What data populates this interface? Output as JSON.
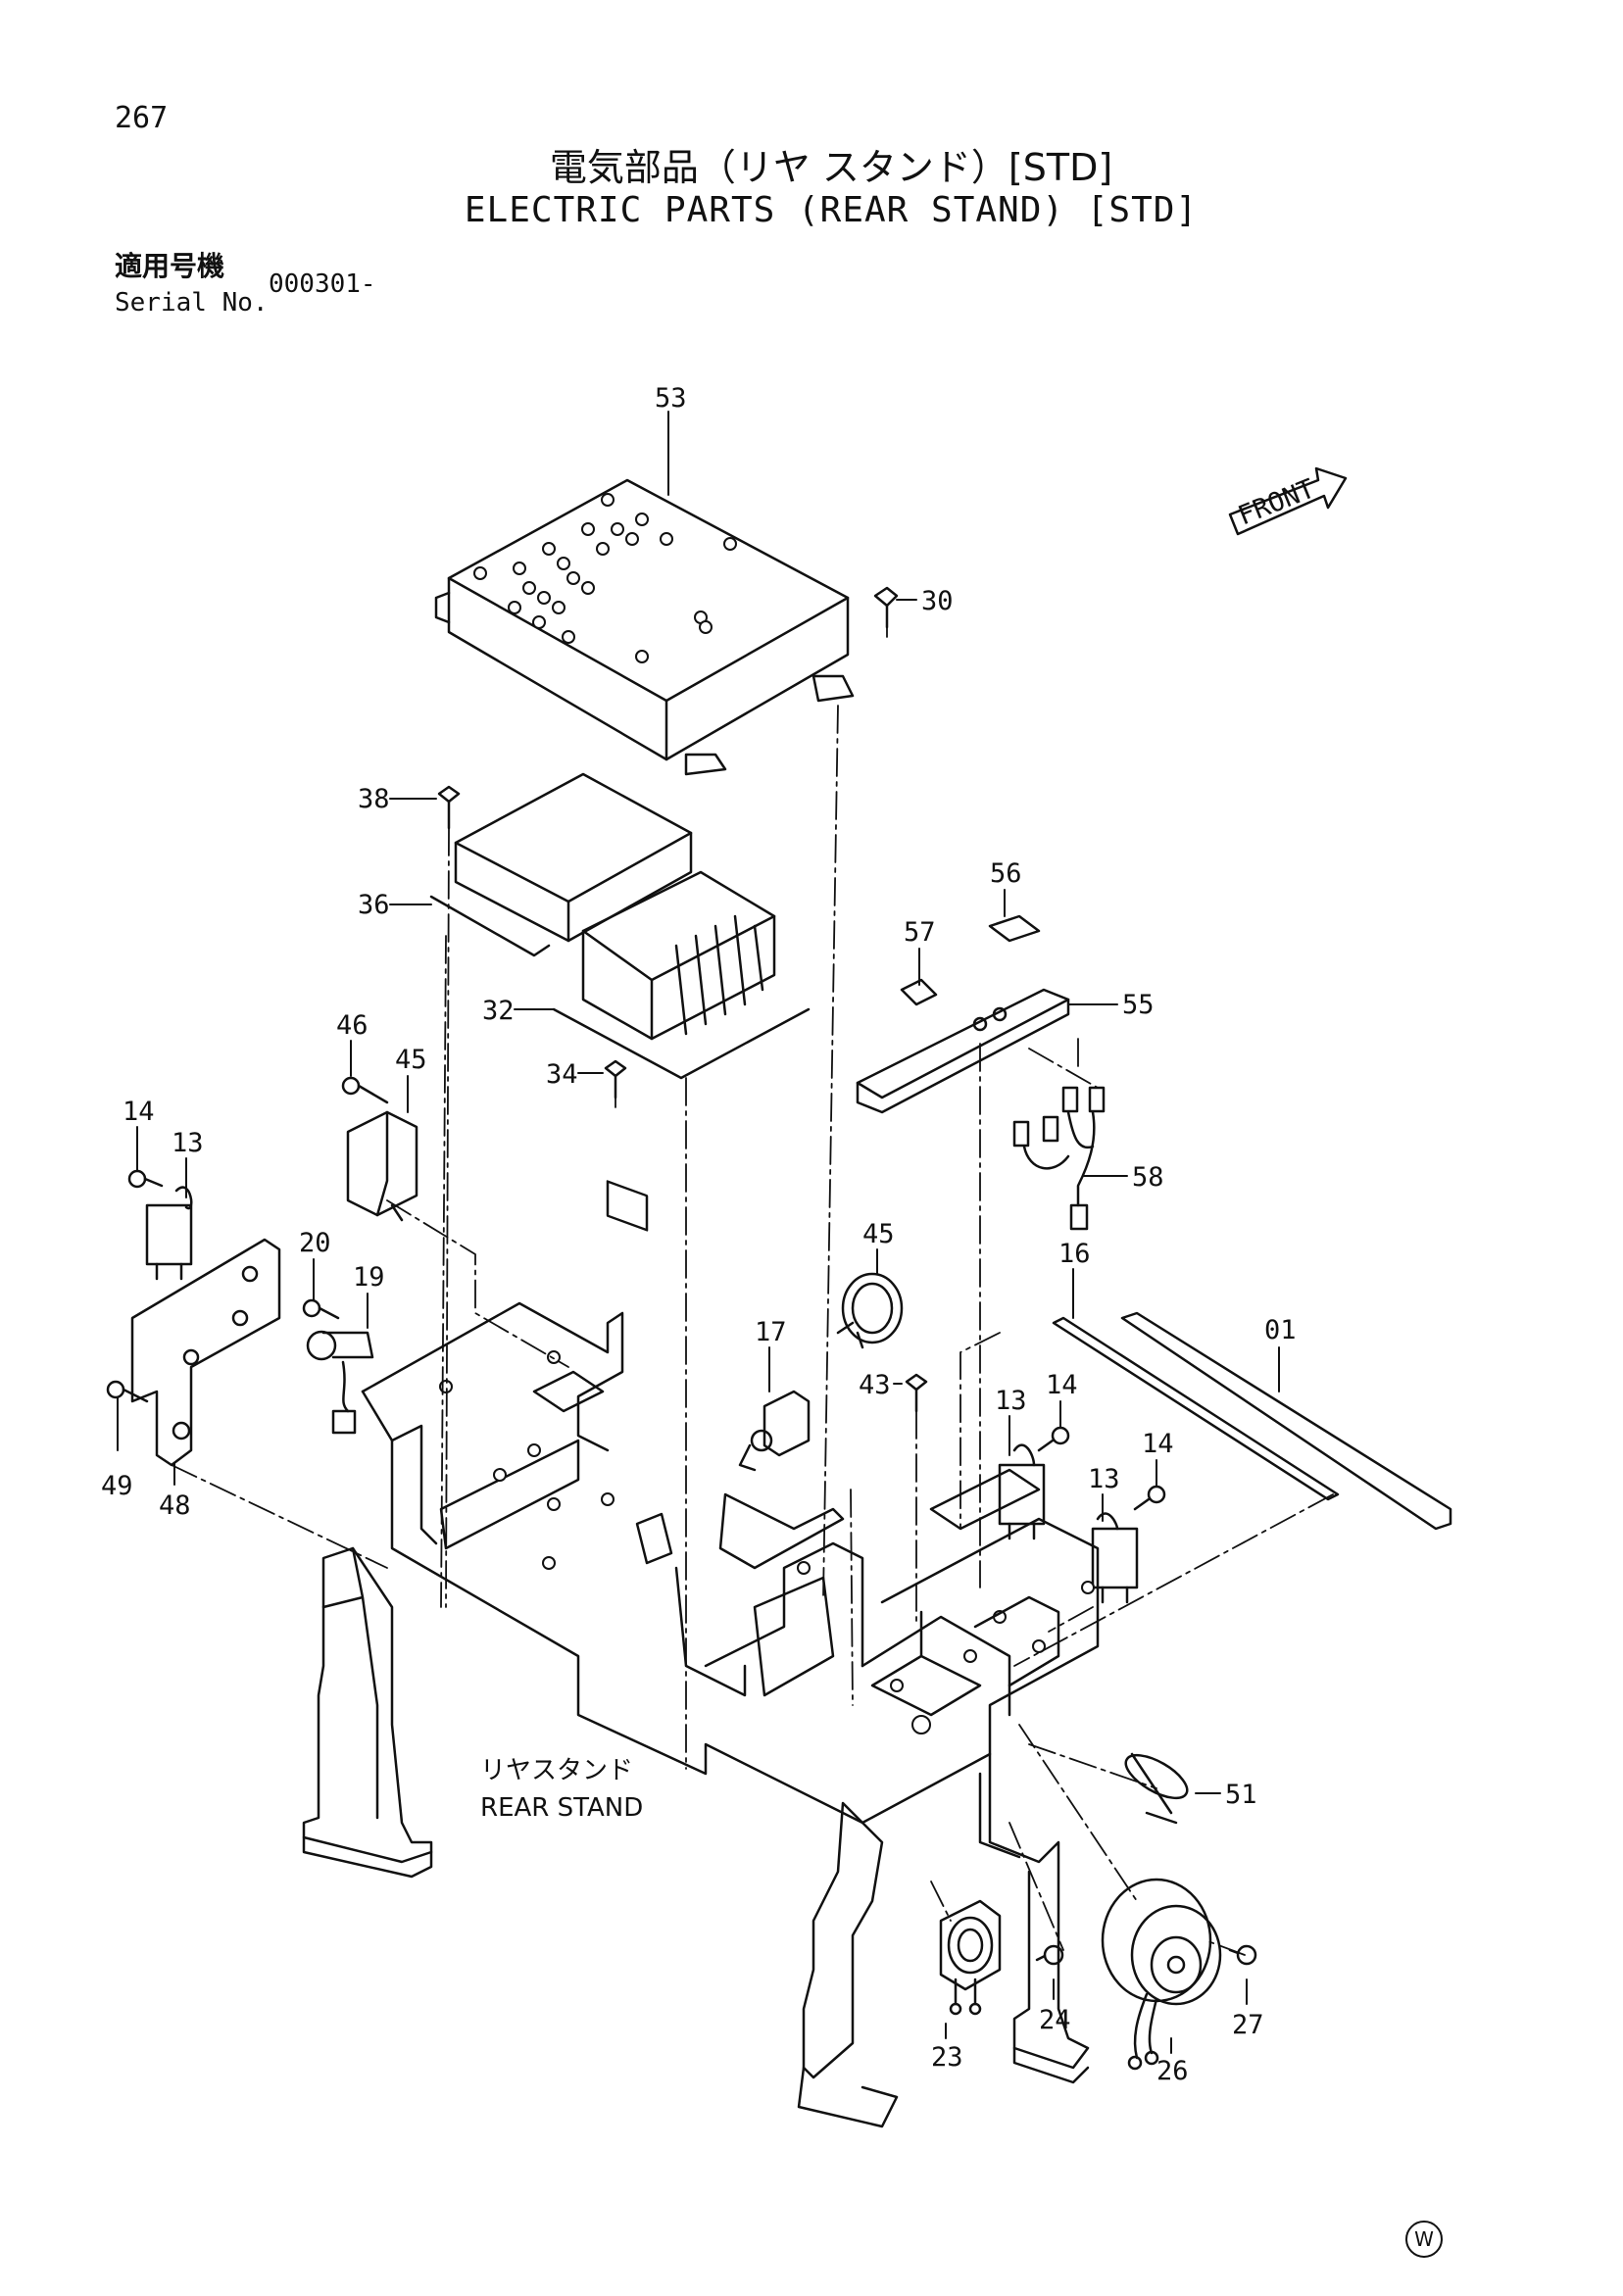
{
  "header": {
    "page_number": "267",
    "title_jp": "電気部品（リヤ スタンド）[STD]",
    "title_en": "ELECTRIC PARTS (REAR STAND) [STD]",
    "serial_label_jp": "適用号機",
    "serial_label_en": "Serial No.",
    "serial_value": "000301-"
  },
  "diagram": {
    "front_label": "FRONT",
    "rear_stand_label_jp": "リヤスタンド",
    "rear_stand_label_en": "REAR STAND",
    "callouts": [
      "53",
      "30",
      "38",
      "36",
      "56",
      "57",
      "55",
      "32",
      "34",
      "46",
      "45",
      "14",
      "13",
      "58",
      "20",
      "19",
      "16",
      "01",
      "45",
      "17",
      "43",
      "14",
      "13",
      "14",
      "13",
      "49",
      "48",
      "51",
      "24",
      "27",
      "23",
      "26"
    ]
  },
  "footer": {
    "mark": "W"
  }
}
